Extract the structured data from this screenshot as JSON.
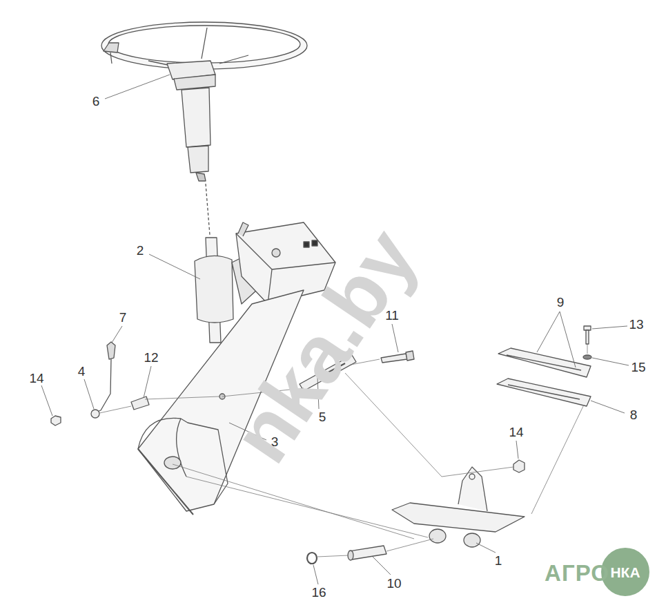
{
  "diagram": {
    "labels": [
      "6",
      "2",
      "7",
      "14",
      "4",
      "12",
      "11",
      "9",
      "13",
      "15",
      "5",
      "3",
      "8",
      "14",
      "1",
      "16",
      "10",
      "nka.by",
      "АГРО",
      "НКА"
    ]
  }
}
